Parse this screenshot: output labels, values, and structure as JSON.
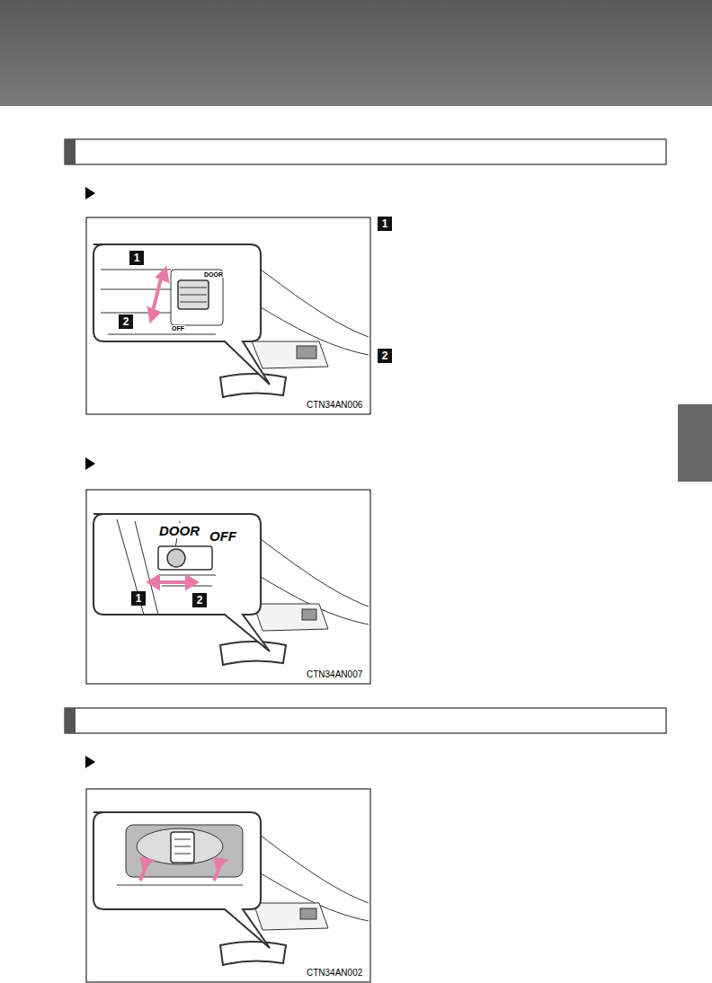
{
  "diagram": {
    "labels": [
      "1",
      "DOOR",
      "2",
      "OFF",
      "CTN34AN006",
      "1",
      "2",
      "DOOR",
      "OFF",
      "1",
      "2",
      "CTN34AN007",
      "CTN34AN002"
    ]
  }
}
